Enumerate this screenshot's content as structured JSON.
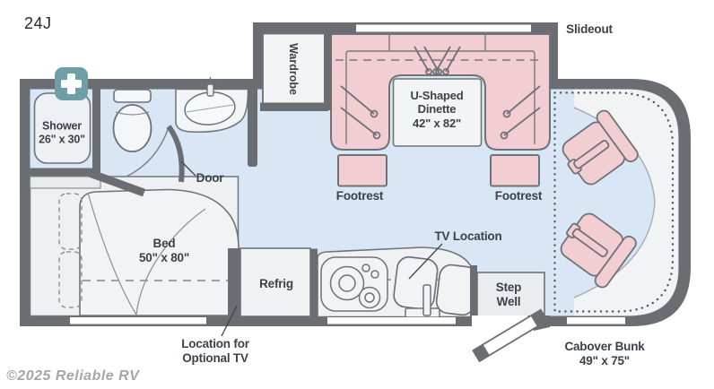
{
  "plan": {
    "model": "24J",
    "slideout_label": "Slideout",
    "watermark": "©2025 Reliable RV"
  },
  "rooms": {
    "shower": "Shower\n26\" x 30\"",
    "wardrobe": "Wardrobe",
    "dinette": "U-Shaped\nDinette\n42\" x 82\"",
    "footrest_left": "Footrest",
    "footrest_right": "Footrest",
    "door": "Door",
    "bed": "Bed\n50\" x 80\"",
    "refrig": "Refrig",
    "tv_location": "TV Location",
    "step_well": "Step\nWell",
    "optional_tv": "Location for\nOptional TV",
    "cabover_bunk": "Cabover Bunk\n49\" x 75\""
  },
  "icons": {
    "first_aid": "first-aid-plus-icon"
  },
  "colors": {
    "wall": "#6a6d72",
    "floor": "#d8e6f5",
    "furniture": "#eff1f3",
    "seat_pink": "#f2ced2",
    "icon_teal": "#6d9fa4",
    "text": "#3b424a",
    "watermark": "#a6a6a9"
  }
}
